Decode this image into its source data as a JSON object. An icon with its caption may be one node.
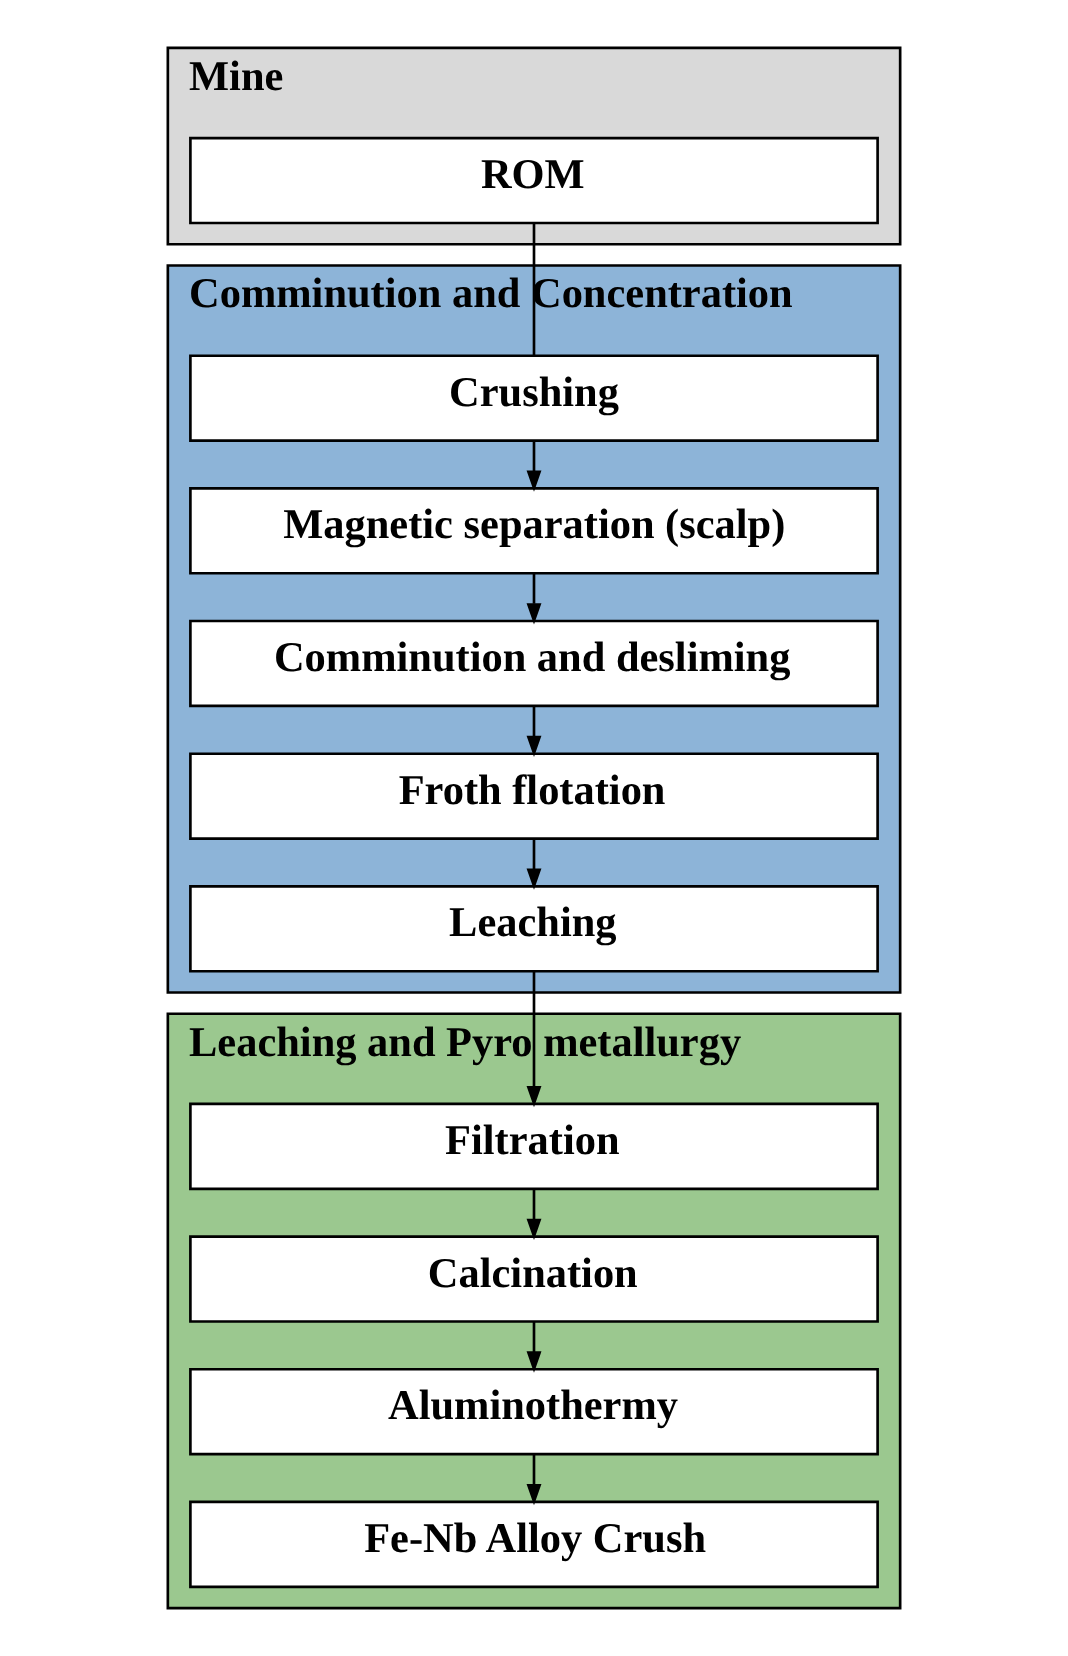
{
  "diagram": {
    "nodes": [
      {
        "text": [
          "Mine"
        ]
      },
      {
        "text": [
          "ROM"
        ],
        "in": 0
      },
      {
        "text": [
          "Comminution and Concentration"
        ]
      },
      {
        "text": [
          "Crushing"
        ],
        "in": 2
      },
      {
        "text": [
          "Magnetic separation (scalp)"
        ],
        "in": 2
      },
      {
        "text": [
          "Comminution and desliming"
        ],
        "in": 2
      },
      {
        "text": [
          "Froth flotation"
        ],
        "in": 2
      },
      {
        "text": [
          "Leaching"
        ],
        "in": 2
      },
      {
        "text": [
          "Leaching and Pyro metallurgy"
        ]
      },
      {
        "text": [
          "Filtration"
        ],
        "in": 8
      },
      {
        "text": [
          "Calcination"
        ],
        "in": 8
      },
      {
        "text": [
          "Aluminothermy"
        ],
        "in": 8
      },
      {
        "text": [
          "Fe-Nb Alloy Crush"
        ],
        "in": 8
      }
    ],
    "edges": [
      {
        "from": 1,
        "to": 3,
        "arrow": "none"
      },
      {
        "from": 3,
        "to": 4,
        "arrow": "to"
      },
      {
        "from": 4,
        "to": 5,
        "arrow": "to"
      },
      {
        "from": 5,
        "to": 6,
        "arrow": "to"
      },
      {
        "from": 6,
        "to": 7,
        "arrow": "to"
      },
      {
        "from": 7,
        "to": 9,
        "arrow": "to"
      },
      {
        "from": 9,
        "to": 10,
        "arrow": "to"
      },
      {
        "from": 10,
        "to": 11,
        "arrow": "to"
      },
      {
        "from": 11,
        "to": 12,
        "arrow": "to"
      }
    ]
  }
}
